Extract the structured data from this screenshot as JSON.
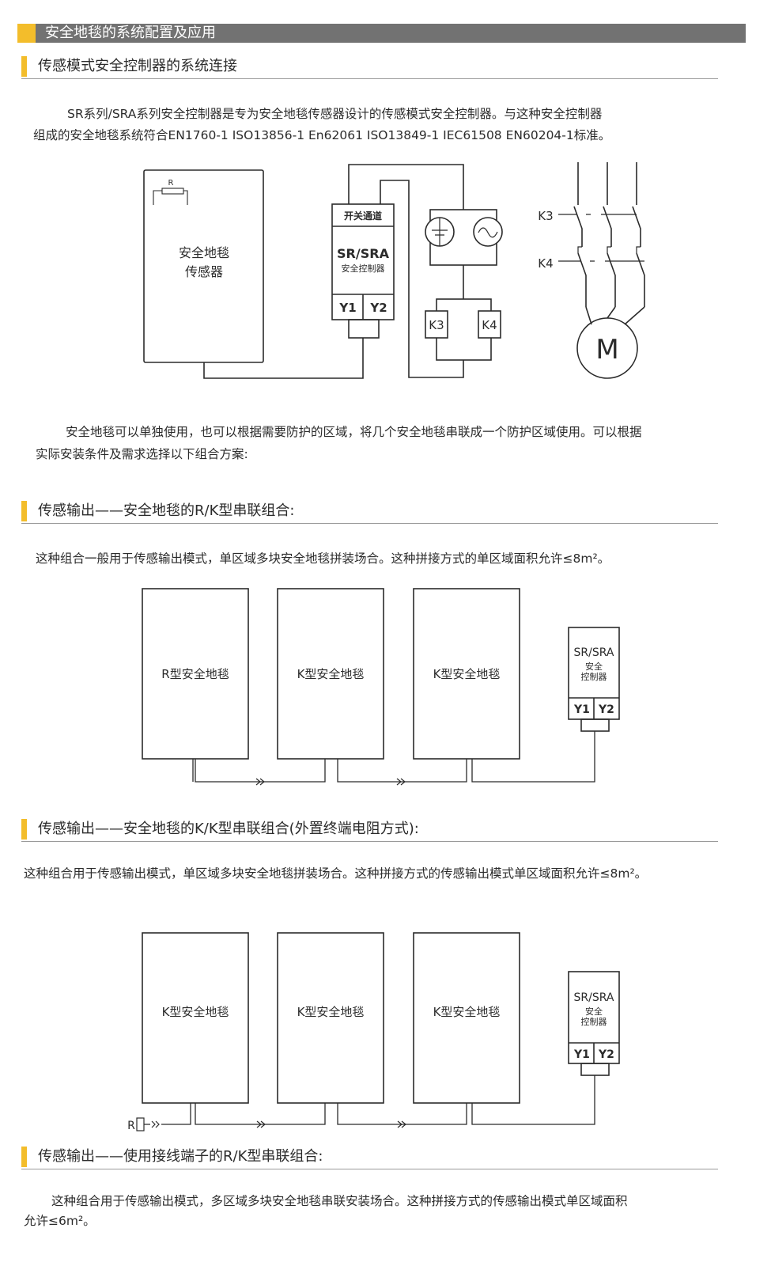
{
  "header": {
    "title": "安全地毯的系统配置及应用"
  },
  "sections": [
    {
      "title": "传感模式安全控制器的系统连接",
      "para_lines": [
        "SR系列/SRA系列安全控制器是专为安全地毯传感器设计的传感模式安全控制器。与这种安全控制器",
        "组成的安全地毯系统符合EN1760-1 ISO13856-1 En62061 ISO13849-1 IEC61508 EN60204-1标准。"
      ]
    },
    {
      "title": "传感输出——安全地毯的R/K型串联组合:",
      "para_lines": [
        "这种组合一般用于传感输出模式，单区域多块安全地毯拼装场合。这种拼接方式的单区域面积允许≤8m²。"
      ]
    },
    {
      "title": "传感输出——安全地毯的K/K型串联组合(外置终端电阻方式):",
      "para_lines": [
        "这种组合用于传感输出模式，单区域多块安全地毯拼装场合。这种拼接方式的传感输出模式单区域面积允许≤8m²。"
      ]
    },
    {
      "title": "传感输出——使用接线端子的R/K型串联组合:",
      "para_lines": [
        "这种组合用于传感输出模式，多区域多块安全地毯串联安装场合。这种拼接方式的传感输出模式单区域面积",
        "允许≤6m²。"
      ]
    }
  ],
  "intro2_lines": [
    "安全地毯可以单独使用，也可以根据需要防护的区域，将几个安全地毯串联成一个防护区域使用。可以根据",
    "实际安装条件及需求选择以下组合方案:"
  ],
  "diagram1": {
    "resistor": "R",
    "sensor_lines": [
      "安全地毯",
      "传感器"
    ],
    "switch_channel": "开关通道",
    "controller_model": "SR/SRA",
    "controller_name": "安全控制器",
    "y1": "Y1",
    "y2": "Y2",
    "k3": "K3",
    "k4": "K4",
    "motor": "M"
  },
  "diagram2": {
    "mats": [
      "R型安全地毯",
      "K型安全地毯",
      "K型安全地毯"
    ],
    "ctrl_model": "SR/SRA",
    "ctrl_l1": "安全",
    "ctrl_l2": "控制器",
    "y1": "Y1",
    "y2": "Y2"
  },
  "diagram3": {
    "mats": [
      "K型安全地毯",
      "K型安全地毯",
      "K型安全地毯"
    ],
    "ctrl_model": "SR/SRA",
    "ctrl_l1": "安全",
    "ctrl_l2": "控制器",
    "y1": "Y1",
    "y2": "Y2",
    "resistor": "R"
  },
  "colors": {
    "accent": "#f3bd2b",
    "bar": "#727272"
  }
}
